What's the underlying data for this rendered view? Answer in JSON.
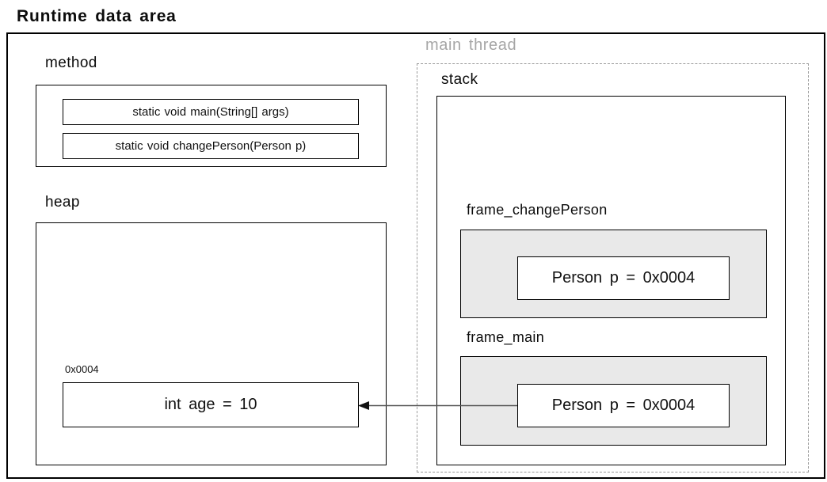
{
  "page_title": "Runtime data area",
  "method_area": {
    "label": "method",
    "entries": [
      "static void main(String[] args)",
      "static void changePerson(Person p)"
    ]
  },
  "heap": {
    "label": "heap",
    "object": {
      "address": "0x0004",
      "value": "int age = 10"
    }
  },
  "main_thread": {
    "label": "main thread",
    "stack": {
      "label": "stack",
      "frames": [
        {
          "label": "frame_changePerson",
          "variable": "Person p = 0x0004"
        },
        {
          "label": "frame_main",
          "variable": "Person p = 0x0004"
        }
      ]
    }
  },
  "arrow": {
    "from": "frame_main variable Person p",
    "to": "heap object 0x0004"
  },
  "colors": {
    "background": "#ffffff",
    "box_border": "#000000",
    "frame_fill": "#e9e9e9",
    "thread_label_text": "#a6a6a6",
    "dashed_border": "#9a9a9a",
    "arrow_line": "#555555",
    "arrow_head": "#111111",
    "text": "#0c0c0c"
  }
}
